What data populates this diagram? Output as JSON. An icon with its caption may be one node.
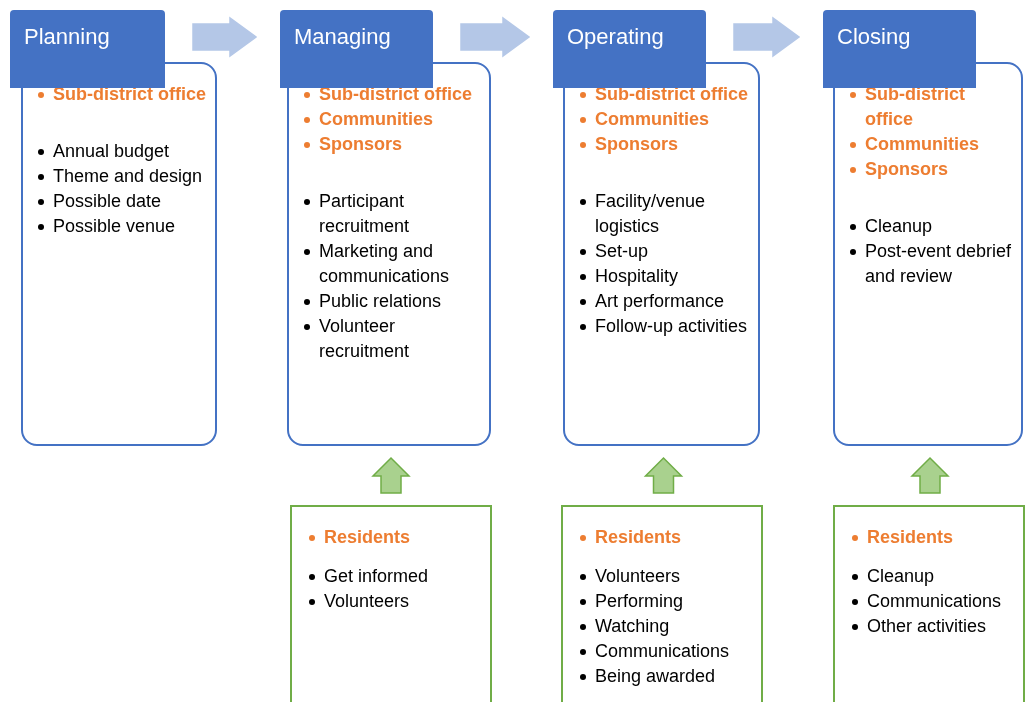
{
  "diagram": {
    "nodes": [
      {
        "text": [
          "Planning"
        ]
      },
      {
        "text": [
          "Sub-district office",
          "Annual budget",
          "Theme and design",
          "Possible date",
          "Possible venue"
        ]
      },
      {
        "text": [
          "Managing"
        ]
      },
      {
        "text": [
          "Sub-district office",
          "Communities",
          "Sponsors",
          "Participant recruitment",
          "Marketing and communications",
          "Public relations",
          "Volunteer recruitment"
        ]
      },
      {
        "text": [
          "Operating"
        ]
      },
      {
        "text": [
          "Sub-district office",
          "Communities",
          "Sponsors",
          "Facility/venue logistics",
          "Set-up",
          "Hospitality",
          "Art performance",
          "Follow-up activities"
        ]
      },
      {
        "text": [
          "Closing"
        ]
      },
      {
        "text": [
          "Sub-district office",
          "Communities",
          "Sponsors",
          "Cleanup",
          "Post-event debrief and review"
        ]
      },
      {
        "text": [
          "Residents",
          "Get informed",
          "Volunteers"
        ]
      },
      {
        "text": [
          "Residents",
          "Volunteers",
          "Performing",
          "Watching",
          "Communications",
          "Being awarded"
        ]
      },
      {
        "text": [
          "Residents",
          "Cleanup",
          "Communications",
          "Other activities"
        ]
      }
    ],
    "edges": [
      {
        "from": 0,
        "to": 2,
        "arrow": "to",
        "color": "#b4c7e7"
      },
      {
        "from": 2,
        "to": 4,
        "arrow": "to",
        "color": "#b4c7e7"
      },
      {
        "from": 4,
        "to": 6,
        "arrow": "to",
        "color": "#b4c7e7"
      },
      {
        "from": 8,
        "to": 3,
        "arrow": "to",
        "color": "#a9d18e"
      },
      {
        "from": 9,
        "to": 5,
        "arrow": "to",
        "color": "#a9d18e"
      },
      {
        "from": 10,
        "to": 7,
        "arrow": "to",
        "color": "#a9d18e"
      }
    ]
  }
}
